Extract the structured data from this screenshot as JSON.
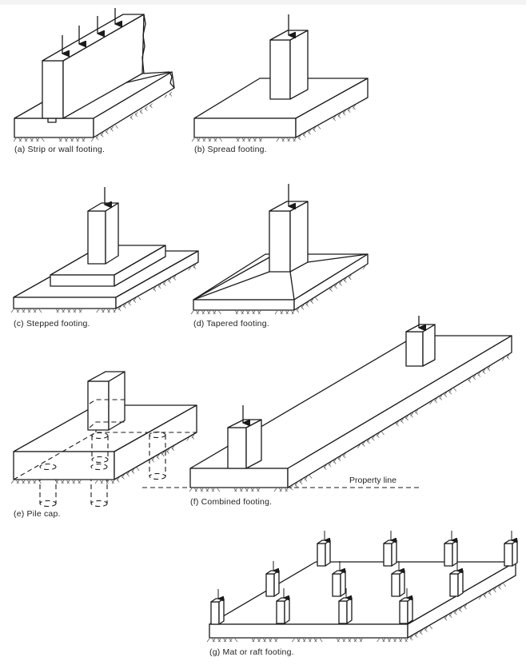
{
  "figure": {
    "title": "Types of footings",
    "panels": [
      {
        "id": "a",
        "caption": "(a) Strip or wall footing."
      },
      {
        "id": "b",
        "caption": "(b) Spread footing."
      },
      {
        "id": "c",
        "caption": "(c) Stepped footing."
      },
      {
        "id": "d",
        "caption": "(d) Tapered footing."
      },
      {
        "id": "e",
        "caption": "(e) Pile cap."
      },
      {
        "id": "f",
        "caption": "(f) Combined footing.",
        "annotation": "Property line"
      },
      {
        "id": "g",
        "caption": "(g) Mat or raft footing."
      }
    ]
  },
  "colors": {
    "line": "#1a1a1a",
    "background": "#ffffff",
    "text": "#222222"
  }
}
